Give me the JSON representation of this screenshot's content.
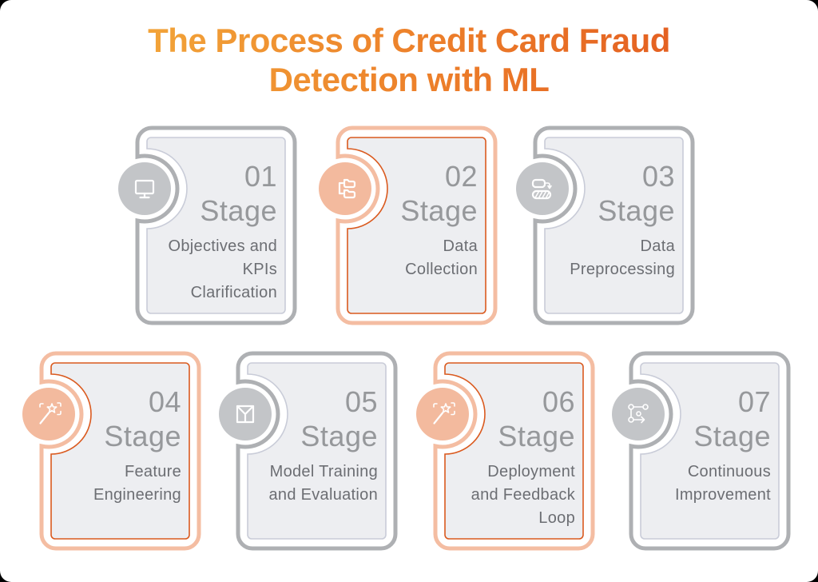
{
  "title": {
    "text": "The Process of Credit Card Fraud Detection with ML"
  },
  "palette": {
    "title_gradient_start": "#F3AC3C",
    "title_gradient_end": "#E2581F",
    "gray_border": "#AEB0B3",
    "gray_inner_border": "#C9CCD8",
    "gray_circle": "#C3C5C8",
    "orange_border": "#F4BDA2",
    "orange_inner_border": "#DA5A1F",
    "orange_circle": "#F3BA9E",
    "card_fill": "#EDEEF1",
    "stage_number_text": "#96989B",
    "description_text": "#6C6E73",
    "icon_stroke": "#FFFFFF"
  },
  "stages": [
    {
      "number": "01",
      "label": "Stage",
      "description": [
        "Objectives and",
        "KPIs",
        "Clarification"
      ],
      "icon": "monitor-icon",
      "variant": "gray"
    },
    {
      "number": "02",
      "label": "Stage",
      "description": [
        "Data",
        "Collection"
      ],
      "icon": "folder-tree-icon",
      "variant": "orange"
    },
    {
      "number": "03",
      "label": "Stage",
      "description": [
        "Data",
        "Preprocessing"
      ],
      "icon": "data-preprocessing-icon",
      "variant": "gray"
    },
    {
      "number": "04",
      "label": "Stage",
      "description": [
        "Feature",
        "Engineering"
      ],
      "icon": "magic-wand-icon",
      "variant": "orange"
    },
    {
      "number": "05",
      "label": "Stage",
      "description": [
        "Model Training",
        "and Evaluation"
      ],
      "icon": "model-diagram-icon",
      "variant": "gray"
    },
    {
      "number": "06",
      "label": "Stage",
      "description": [
        "Deployment",
        "and Feedback",
        "Loop"
      ],
      "icon": "magic-wand-icon",
      "variant": "orange"
    },
    {
      "number": "07",
      "label": "Stage",
      "description": [
        "Continuous",
        "Improvement"
      ],
      "icon": "route-flow-icon",
      "variant": "gray"
    }
  ]
}
